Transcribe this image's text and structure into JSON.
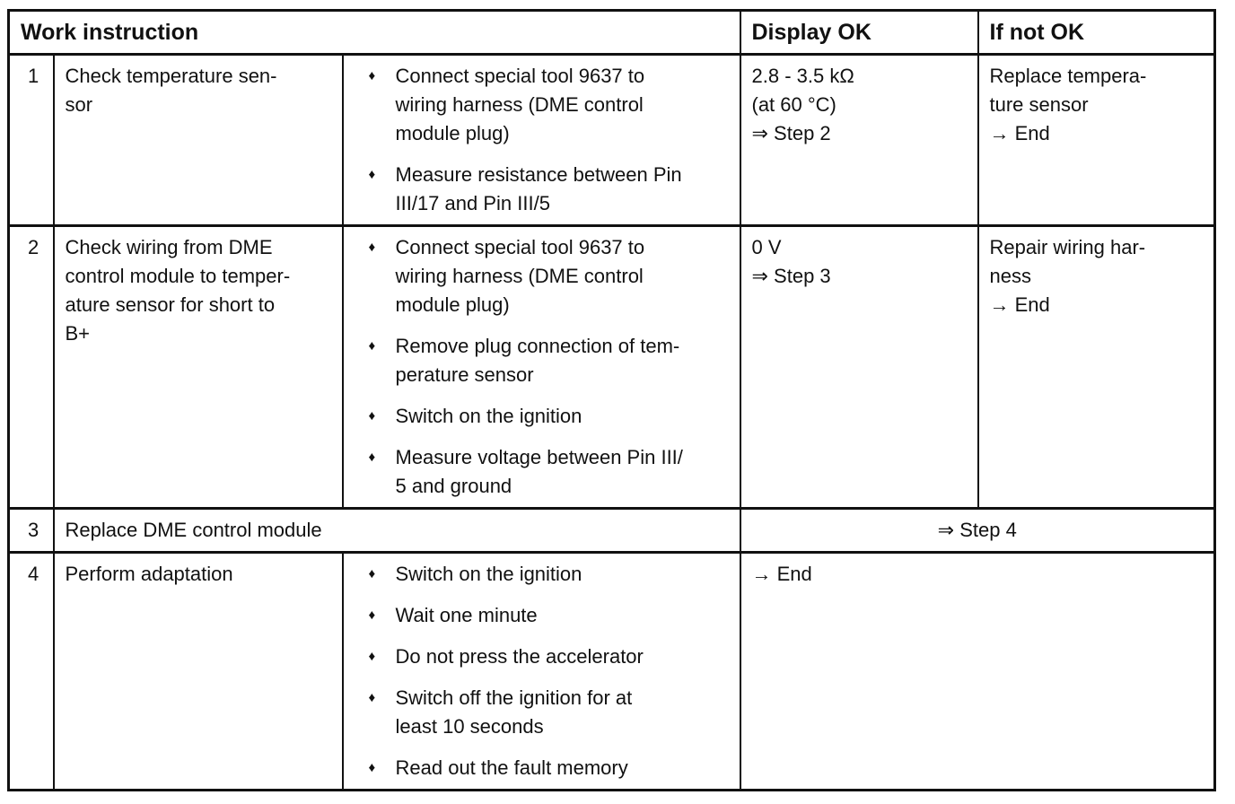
{
  "page": {
    "background_color": "#ffffff",
    "text_color": "#111111",
    "border_color": "#111111"
  },
  "table": {
    "bullet_glyph": "♦",
    "headers": {
      "work_instruction": "Work instruction",
      "display_ok": "Display OK",
      "if_not_ok": "If not OK"
    },
    "rows": [
      {
        "num": "1",
        "task": "Check temperature sen-\nsor",
        "actions": [
          "Connect special tool 9637 to\nwiring harness (DME control\nmodule plug)",
          "Measure resistance between Pin\nIII/17 and Pin III/5"
        ],
        "display_ok": "2.8 - 3.5 kΩ\n(at 60 °C)\n⇒ Step 2",
        "if_not_ok": "Replace tempera-\nture sensor\n→ End"
      },
      {
        "num": "2",
        "task": "Check wiring from DME\ncontrol module to temper-\nature sensor for short to\nB+",
        "actions": [
          "Connect special tool 9637 to\nwiring harness (DME control\nmodule plug)",
          "Remove plug connection of tem-\nperature sensor",
          "Switch on the ignition",
          "Measure voltage between Pin III/\n5 and ground"
        ],
        "display_ok": "0 V\n⇒ Step 3",
        "if_not_ok": "Repair wiring har-\nness\n→ End"
      },
      {
        "num": "3",
        "task": "Replace DME control module",
        "result": "⇒ Step 4"
      },
      {
        "num": "4",
        "task": "Perform adaptation",
        "actions": [
          "Switch on the ignition",
          "Wait one minute",
          "Do not press the accelerator",
          "Switch off the ignition for at\nleast 10 seconds",
          "Read out the fault memory"
        ],
        "result": "→ End"
      }
    ]
  }
}
